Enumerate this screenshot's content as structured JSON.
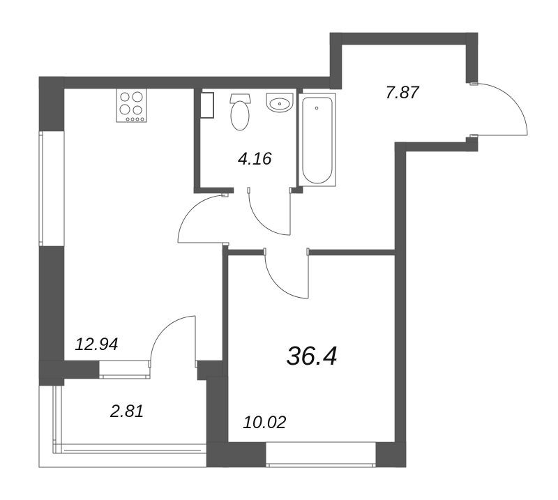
{
  "plan": {
    "total_area": "36.4",
    "wall_color": "#575757",
    "background_color": "#ffffff",
    "rooms": [
      {
        "id": "kitchen-living",
        "area": "12.94",
        "furniture": [
          "cooktop"
        ]
      },
      {
        "id": "bathroom",
        "area": "4.16",
        "furniture": [
          "toilet",
          "sink",
          "bathtub",
          "shaft"
        ]
      },
      {
        "id": "hallway",
        "area": "7.87"
      },
      {
        "id": "bedroom",
        "area": "10.02"
      },
      {
        "id": "balcony",
        "area": "2.81"
      }
    ]
  }
}
